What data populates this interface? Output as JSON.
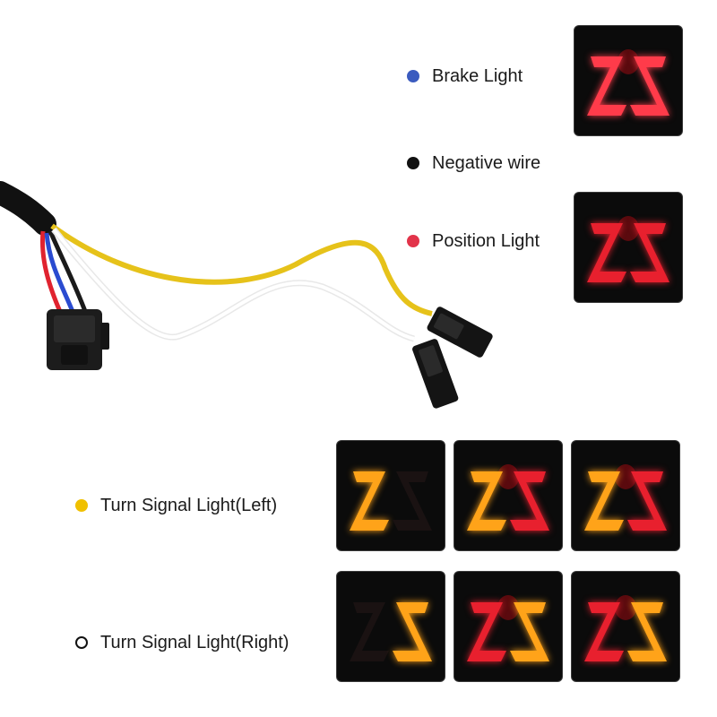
{
  "legend": [
    {
      "label": "Brake Light",
      "dot_color": "#3b5bbf",
      "dot_style": "filled"
    },
    {
      "label": "Negative wire",
      "dot_color": "#111111",
      "dot_style": "filled"
    },
    {
      "label": "Position Light",
      "dot_color": "#e2344a",
      "dot_style": "filled"
    },
    {
      "label": "Turn Signal Light(Left)",
      "dot_color": "#f0c000",
      "dot_style": "filled"
    },
    {
      "label": "Turn Signal Light(Right)",
      "dot_color": "#111111",
      "dot_style": "outline"
    }
  ],
  "colors": {
    "wire_yellow": "#e6c21a",
    "wire_white": "#f2f2f2",
    "wire_red": "#e0232f",
    "wire_blue": "#2a4bd0",
    "wire_black": "#1a1a1a",
    "amber_light": "#ffa319",
    "red_light": "#e8202e",
    "panel_bg": "#0b0b0b"
  },
  "panels": [
    {
      "id": "brake",
      "left": "off",
      "right": "off",
      "mode": "brake-bright"
    },
    {
      "id": "position",
      "left": "red",
      "right": "red",
      "mode": "position"
    },
    {
      "id": "left-1",
      "left": "amber",
      "right": "off"
    },
    {
      "id": "left-2",
      "left": "amber",
      "right": "red"
    },
    {
      "id": "left-3",
      "left": "amber",
      "right": "red"
    },
    {
      "id": "right-1",
      "left": "off",
      "right": "amber"
    },
    {
      "id": "right-2",
      "left": "red",
      "right": "amber"
    },
    {
      "id": "right-3",
      "left": "red",
      "right": "amber"
    }
  ]
}
